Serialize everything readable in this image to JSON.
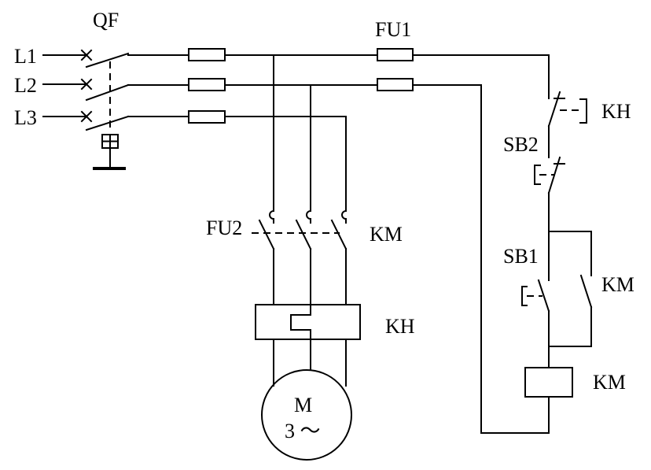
{
  "labels": {
    "phase_l1": "L1",
    "phase_l2": "L2",
    "phase_l3": "L3",
    "breaker": "QF",
    "fuse_control": "FU1",
    "fuse_main": "FU2",
    "contactor_main": "KM",
    "thermal_relay_main": "KH",
    "thermal_relay_contact": "KH",
    "stop_button": "SB2",
    "start_button": "SB1",
    "contactor_aux": "KM",
    "contactor_coil": "KM",
    "motor_letter": "M",
    "motor_phase": "3 ～"
  }
}
